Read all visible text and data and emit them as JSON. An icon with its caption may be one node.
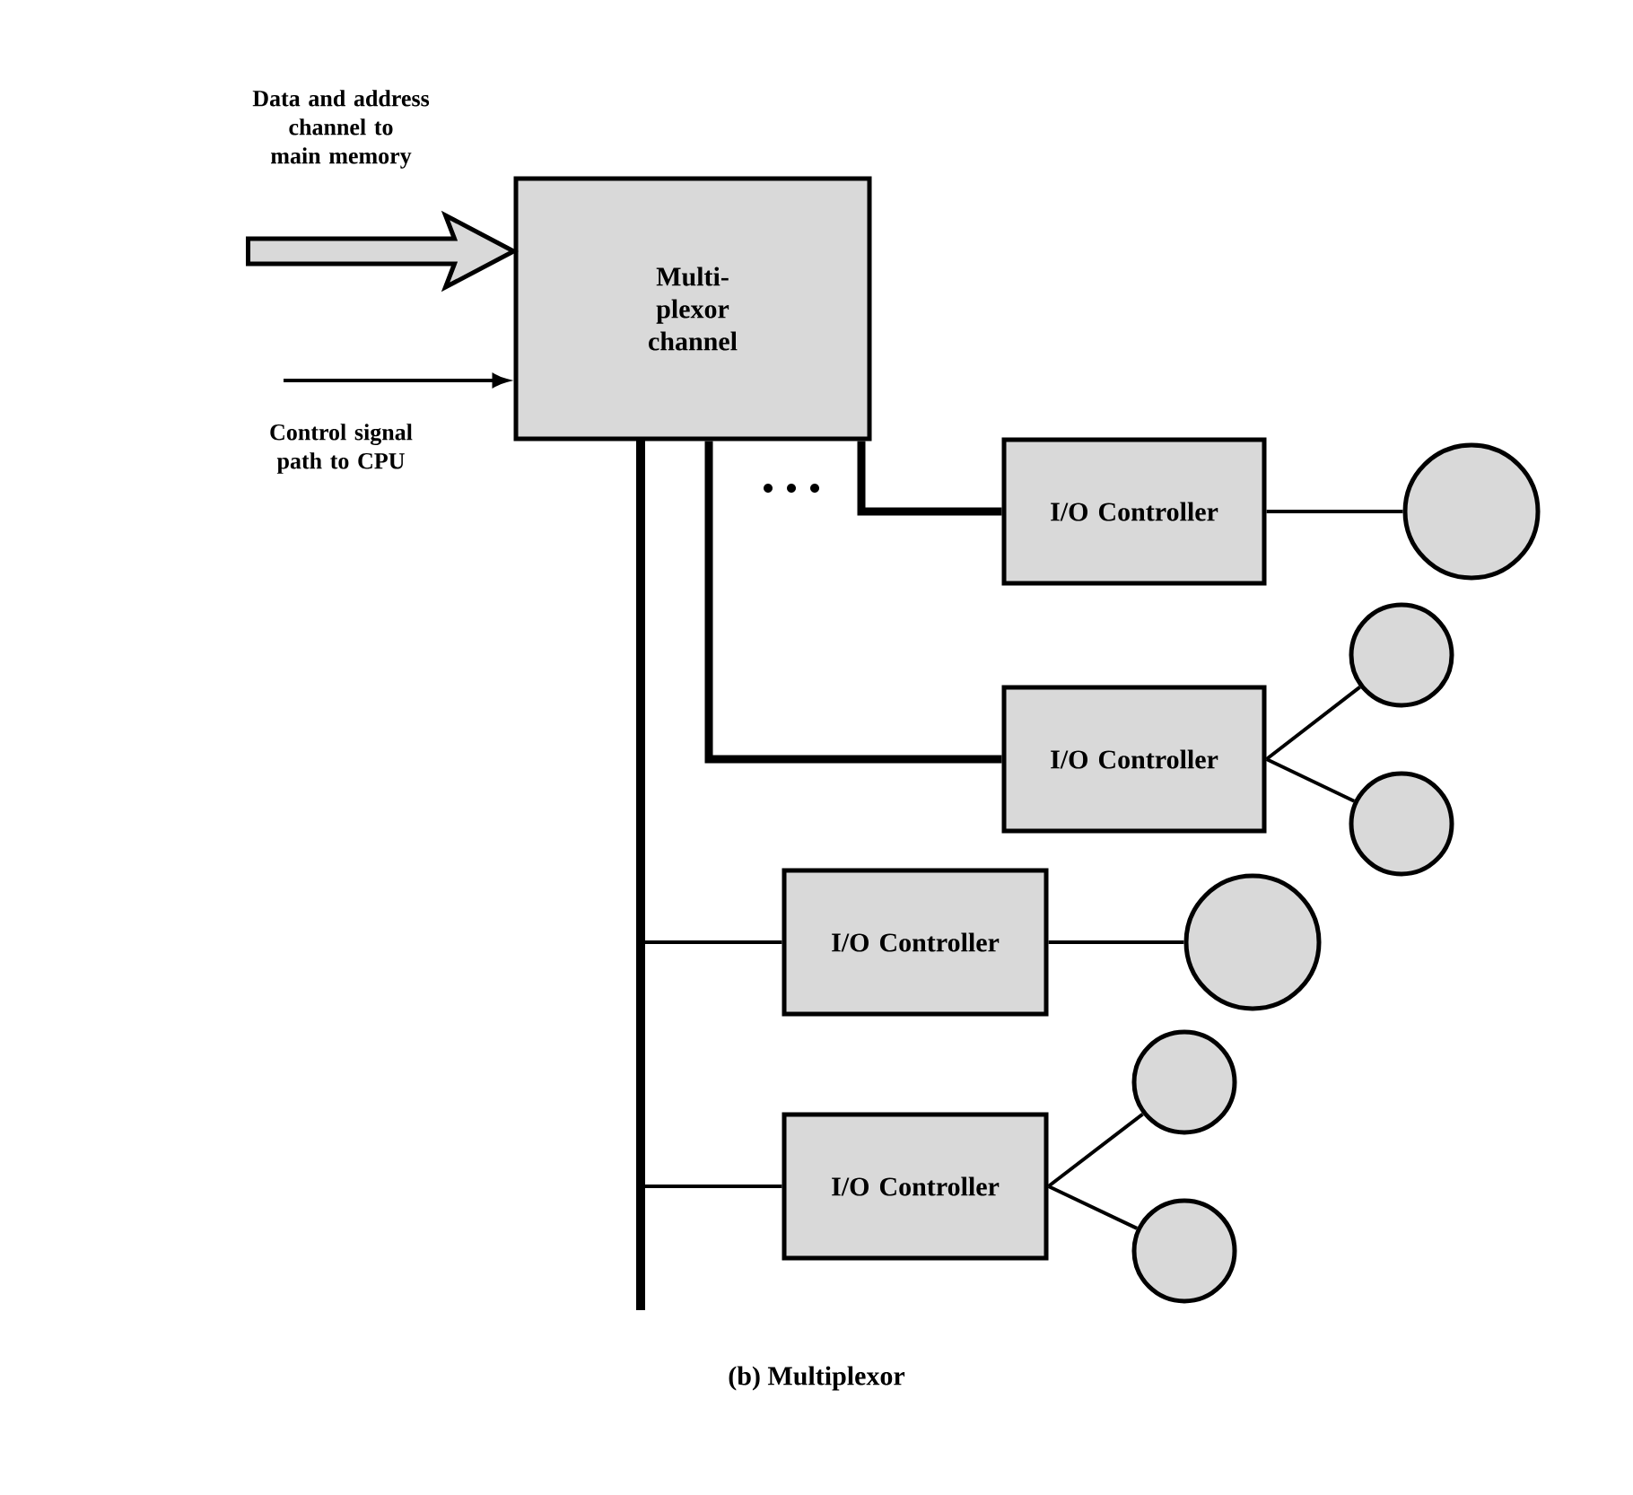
{
  "diagram": {
    "caption": "(b) Multiplexor",
    "nodes": [
      {
        "text": [
          "Multi- plexor channel"
        ]
      },
      {
        "text": [
          "I/O Controller"
        ]
      },
      {
        "text": [
          "I/O Controller"
        ]
      },
      {
        "text": [
          "I/O Controller"
        ]
      },
      {
        "text": [
          "I/O Controller"
        ]
      },
      {
        "text": [],
        "shape": "circle"
      },
      {
        "text": [],
        "shape": "circle"
      },
      {
        "text": [],
        "shape": "circle"
      },
      {
        "text": [],
        "shape": "circle"
      },
      {
        "text": [],
        "shape": "circle"
      },
      {
        "text": [],
        "shape": "circle"
      }
    ],
    "edges": [
      {
        "from": null,
        "to": 0,
        "arrow": "to",
        "style": "thick",
        "label": "Data and address channel to main memory"
      },
      {
        "from": null,
        "to": 0,
        "arrow": "to",
        "label": "Control signal path to CPU"
      },
      {
        "from": 0,
        "to": 1,
        "arrow": "none",
        "style": "thick"
      },
      {
        "from": 0,
        "to": 2,
        "arrow": "none",
        "style": "thick"
      },
      {
        "from": 0,
        "to": 3,
        "arrow": "none"
      },
      {
        "from": 0,
        "to": 4,
        "arrow": "none"
      },
      {
        "from": 1,
        "to": 5,
        "arrow": "none"
      },
      {
        "from": 2,
        "to": 6,
        "arrow": "none"
      },
      {
        "from": 2,
        "to": 7,
        "arrow": "none"
      },
      {
        "from": 3,
        "to": 8,
        "arrow": "none"
      },
      {
        "from": 4,
        "to": 9,
        "arrow": "none"
      },
      {
        "from": 4,
        "to": 10,
        "arrow": "none"
      }
    ]
  }
}
